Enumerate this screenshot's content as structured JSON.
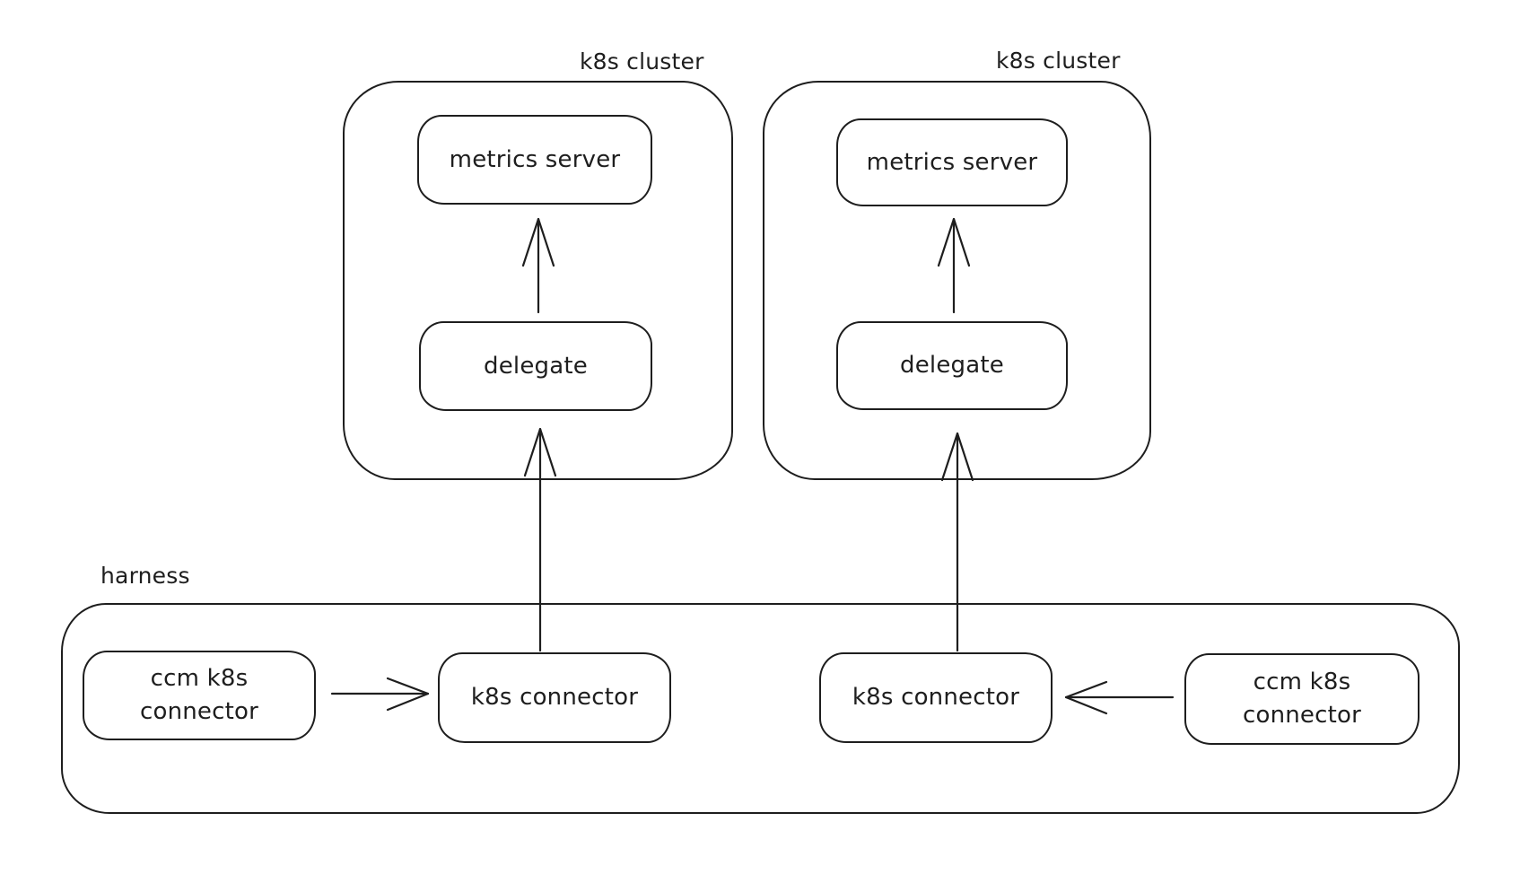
{
  "canvas": {
    "background": "#ffffff",
    "stroke_color": "#1e1e1e",
    "style": "hand-drawn whiteboard diagram"
  },
  "clusters": [
    {
      "label": "k8s cluster",
      "nodes": [
        {
          "label": "metrics server"
        },
        {
          "label": "delegate"
        }
      ]
    },
    {
      "label": "k8s cluster",
      "nodes": [
        {
          "label": "metrics server"
        },
        {
          "label": "delegate"
        }
      ]
    }
  ],
  "harness": {
    "label": "harness",
    "nodes": [
      {
        "label": "ccm k8s connector"
      },
      {
        "label": "k8s connector"
      },
      {
        "label": "k8s connector"
      },
      {
        "label": "ccm k8s connector"
      }
    ]
  },
  "edges": [
    {
      "from": "delegate (left cluster)",
      "to": "metrics server (left cluster)",
      "direction": "up"
    },
    {
      "from": "delegate (right cluster)",
      "to": "metrics server (right cluster)",
      "direction": "up"
    },
    {
      "from": "k8s connector (left, harness)",
      "to": "delegate (left cluster)",
      "direction": "up"
    },
    {
      "from": "k8s connector (right, harness)",
      "to": "delegate (right cluster)",
      "direction": "up"
    },
    {
      "from": "ccm k8s connector (left, harness)",
      "to": "k8s connector (left, harness)",
      "direction": "right"
    },
    {
      "from": "ccm k8s connector (right, harness)",
      "to": "k8s connector (right, harness)",
      "direction": "left"
    }
  ]
}
